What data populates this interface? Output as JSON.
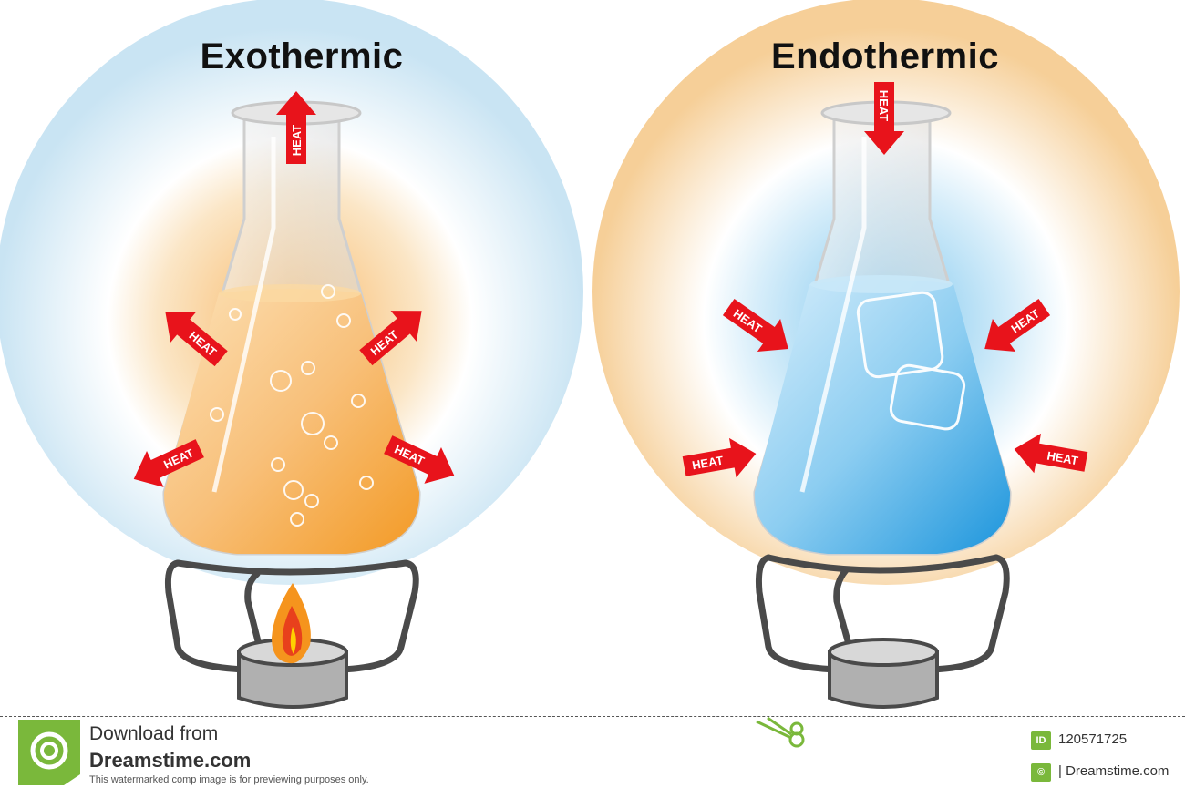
{
  "exothermic": {
    "title": "Exothermic",
    "arrow_label": "HEAT"
  },
  "endothermic": {
    "title": "Endothermic",
    "arrow_label": "HEAT"
  },
  "footer": {
    "line1": "Download from",
    "line2": "Dreamstime.com",
    "line3": "This watermarked comp image is for previewing purposes only.",
    "id_badge": "ID",
    "id_value": "120571725",
    "credit_badge": "©",
    "credit_text": "| Dreamstime.com"
  },
  "colors": {
    "exo_liquid": "#f5a12c",
    "endo_liquid": "#2a9fe0",
    "arrow": "#e8131b",
    "cool_glow": "#c6e3f3",
    "warm_glow": "#f7cf93",
    "stand": "#4a4a4a",
    "brand_green": "#7ab83b"
  }
}
